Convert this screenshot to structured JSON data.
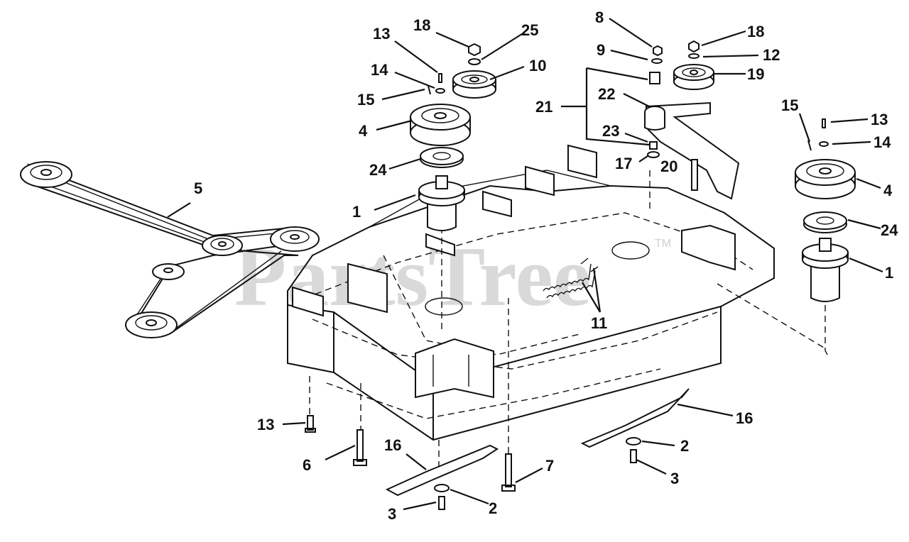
{
  "watermark": {
    "text": "PartsTree",
    "trademark": "TM"
  },
  "callouts": {
    "c18_left": "18",
    "c25": "25",
    "c13_top": "13",
    "c10": "10",
    "c14_left": "14",
    "c15_left": "15",
    "c4_left": "4",
    "c24_left": "24",
    "c1_left": "1",
    "c5": "5",
    "c8": "8",
    "c9": "9",
    "c21": "21",
    "c22": "22",
    "c23": "23",
    "c17": "17",
    "c20": "20",
    "c18_right": "18",
    "c12": "12",
    "c19": "19",
    "c15_right": "15",
    "c13_right": "13",
    "c14_right": "14",
    "c4_right": "4",
    "c24_right": "24",
    "c1_right": "1",
    "c11": "11",
    "c13_bottom": "13",
    "c6": "6",
    "c16_left": "16",
    "c7": "7",
    "c3_left": "3",
    "c2_left": "2",
    "c16_right": "16",
    "c2_right": "2",
    "c3_right": "3"
  }
}
